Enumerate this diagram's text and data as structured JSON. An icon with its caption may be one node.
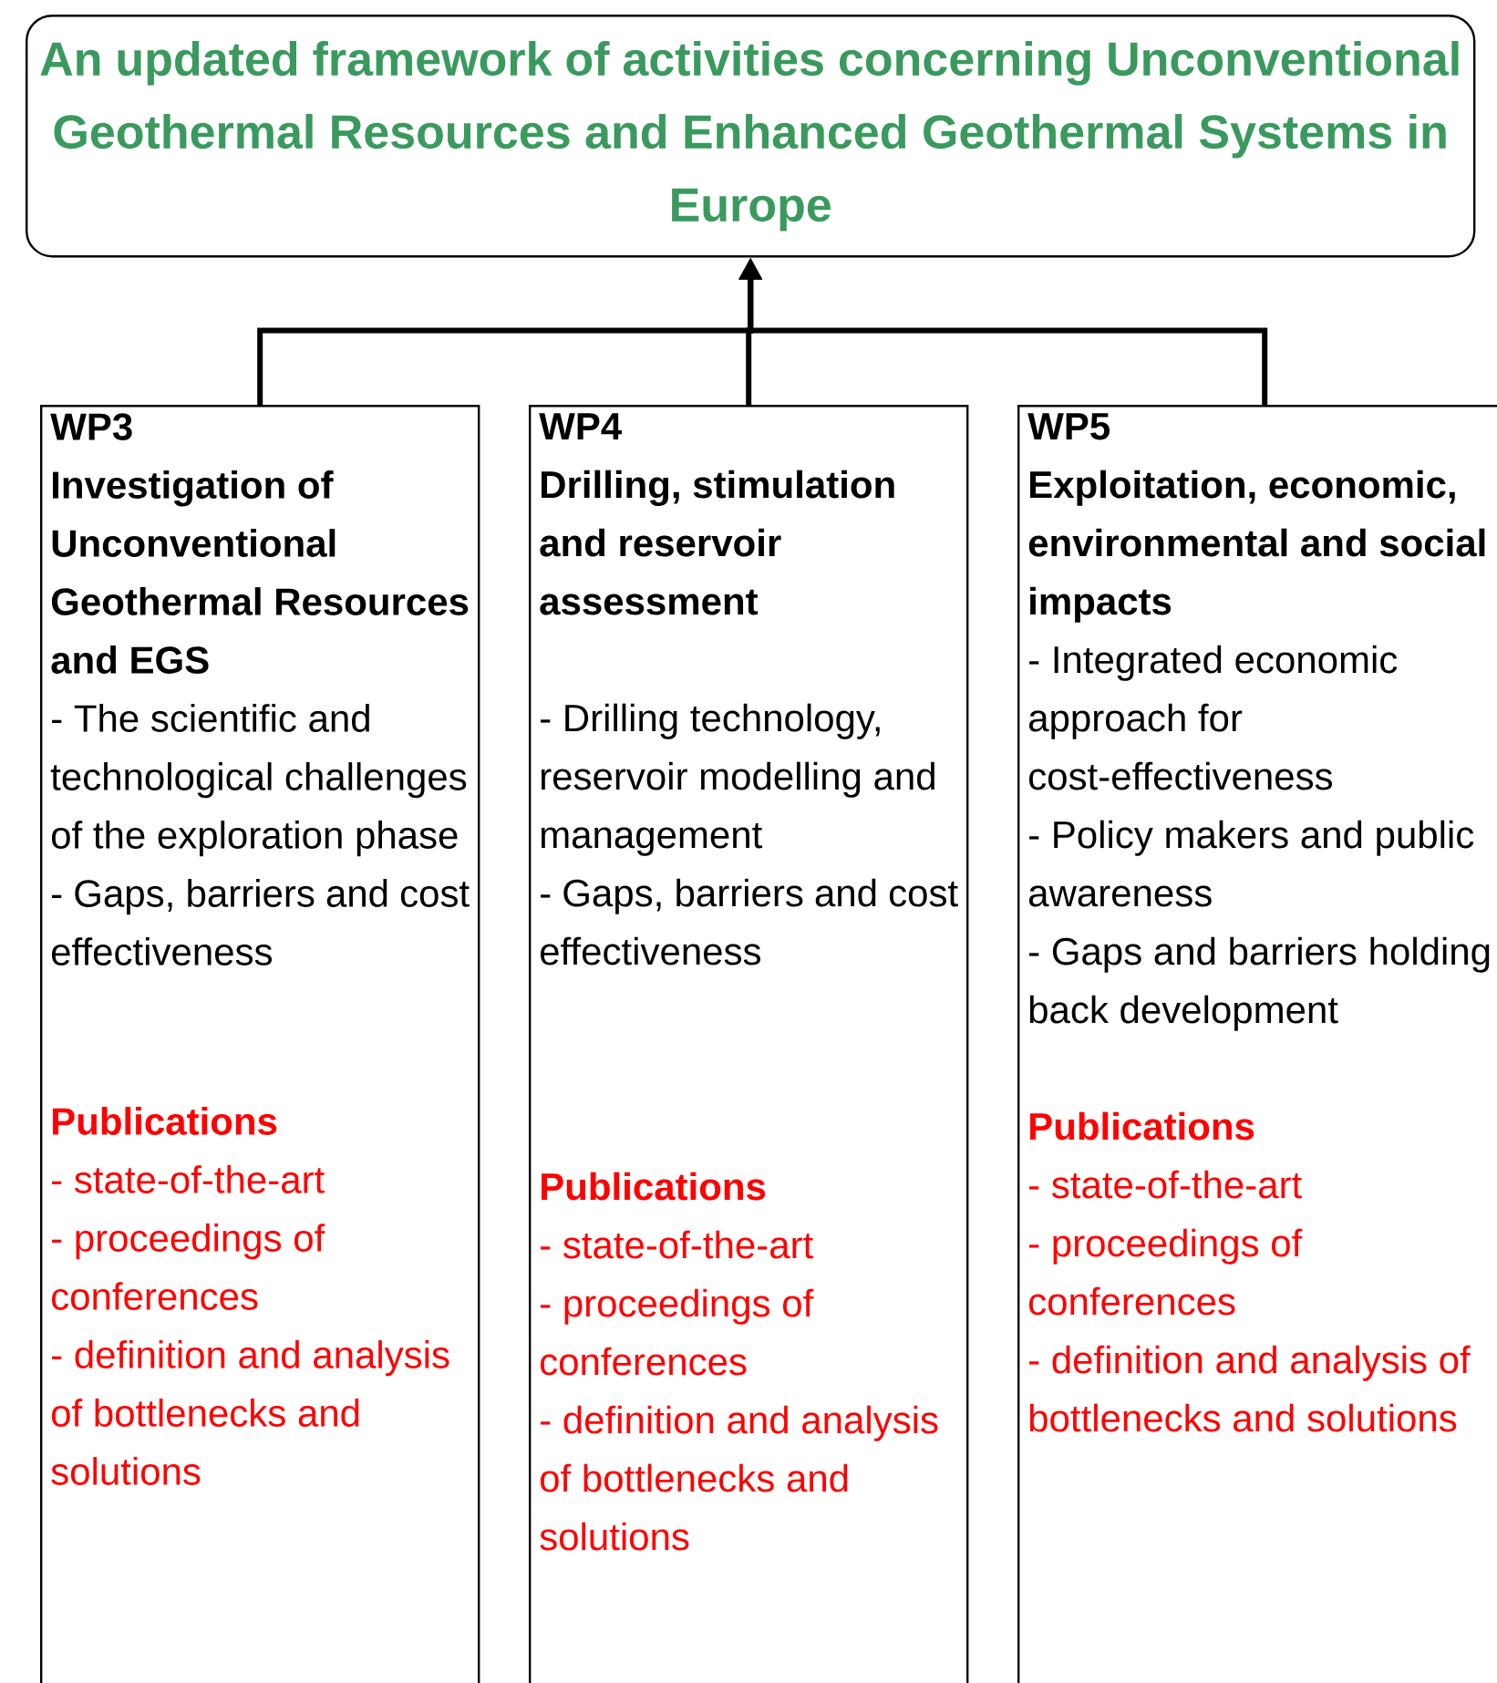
{
  "diagram": {
    "nodes": [
      {
        "text": [
          "An updated framework of activities concerning Unconventional Geothermal Resources and Enhanced Geothermal Systems in Europe"
        ]
      },
      {
        "text": [
          "WP3",
          "Investigation of Unconventional Geothermal Resources and EGS",
          "- The scientific and technological challenges of the exploration phase",
          "- Gaps, barriers and cost effectiveness",
          "Publications",
          "- state-of-the-art",
          "- proceedings of conferences",
          "- definition and analysis of bottlenecks and solutions"
        ]
      },
      {
        "text": [
          "WP4",
          "Drilling, stimulation and reservoir assessment",
          "- Drilling technology, reservoir modelling and management",
          "- Gaps, barriers and cost effectiveness",
          "Publications",
          "- state-of-the-art",
          "- proceedings of conferences",
          "- definition and analysis of bottlenecks and solutions"
        ]
      },
      {
        "text": [
          "WP5",
          "Exploitation, economic, environmental and social impacts",
          "- Integrated economic approach for cost-effectiveness",
          "- Policy makers and public awareness",
          "- Gaps and barriers holding back development",
          "Publications",
          "- state-of-the-art",
          "- proceedings of conferences",
          "- definition and analysis of bottlenecks and solutions"
        ]
      }
    ],
    "edges": [
      {
        "from": 1,
        "to": 0,
        "arrow": "to"
      },
      {
        "from": 2,
        "to": 0,
        "arrow": "to"
      },
      {
        "from": 3,
        "to": 0,
        "arrow": "to"
      }
    ]
  }
}
